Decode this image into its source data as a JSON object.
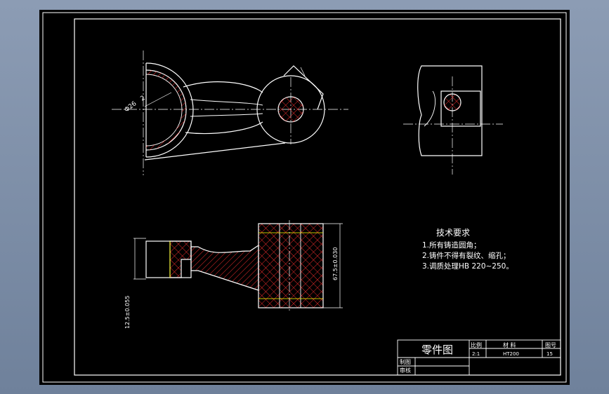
{
  "technical_requirements": {
    "heading": "技术要求",
    "items": [
      "1.所有铸造圆角；",
      "2.铸件不得有裂纹、缩孔；",
      "3.调质处理HB 220~250。"
    ]
  },
  "dimensions": {
    "diameter_large_bore": "Φ26",
    "radius_small": "2",
    "left_boss_height": "12.5±0.055",
    "right_boss_height": "67.5±0.030"
  },
  "title_block": {
    "drawing_name": "零件图",
    "scale_header": "比例",
    "material_header": "材 料",
    "drawing_no_header": "图号",
    "scale_value": "2:1",
    "material_value": "HT200",
    "drawing_no_value": "15",
    "drawn_by": "制图",
    "checked_by": "审核"
  },
  "colors": {
    "outline": "#ffffff",
    "hatch": "#ff3030",
    "hidden_line": "#ffff00",
    "background": "#000000",
    "viewport_frame": "#7a8aa4"
  }
}
